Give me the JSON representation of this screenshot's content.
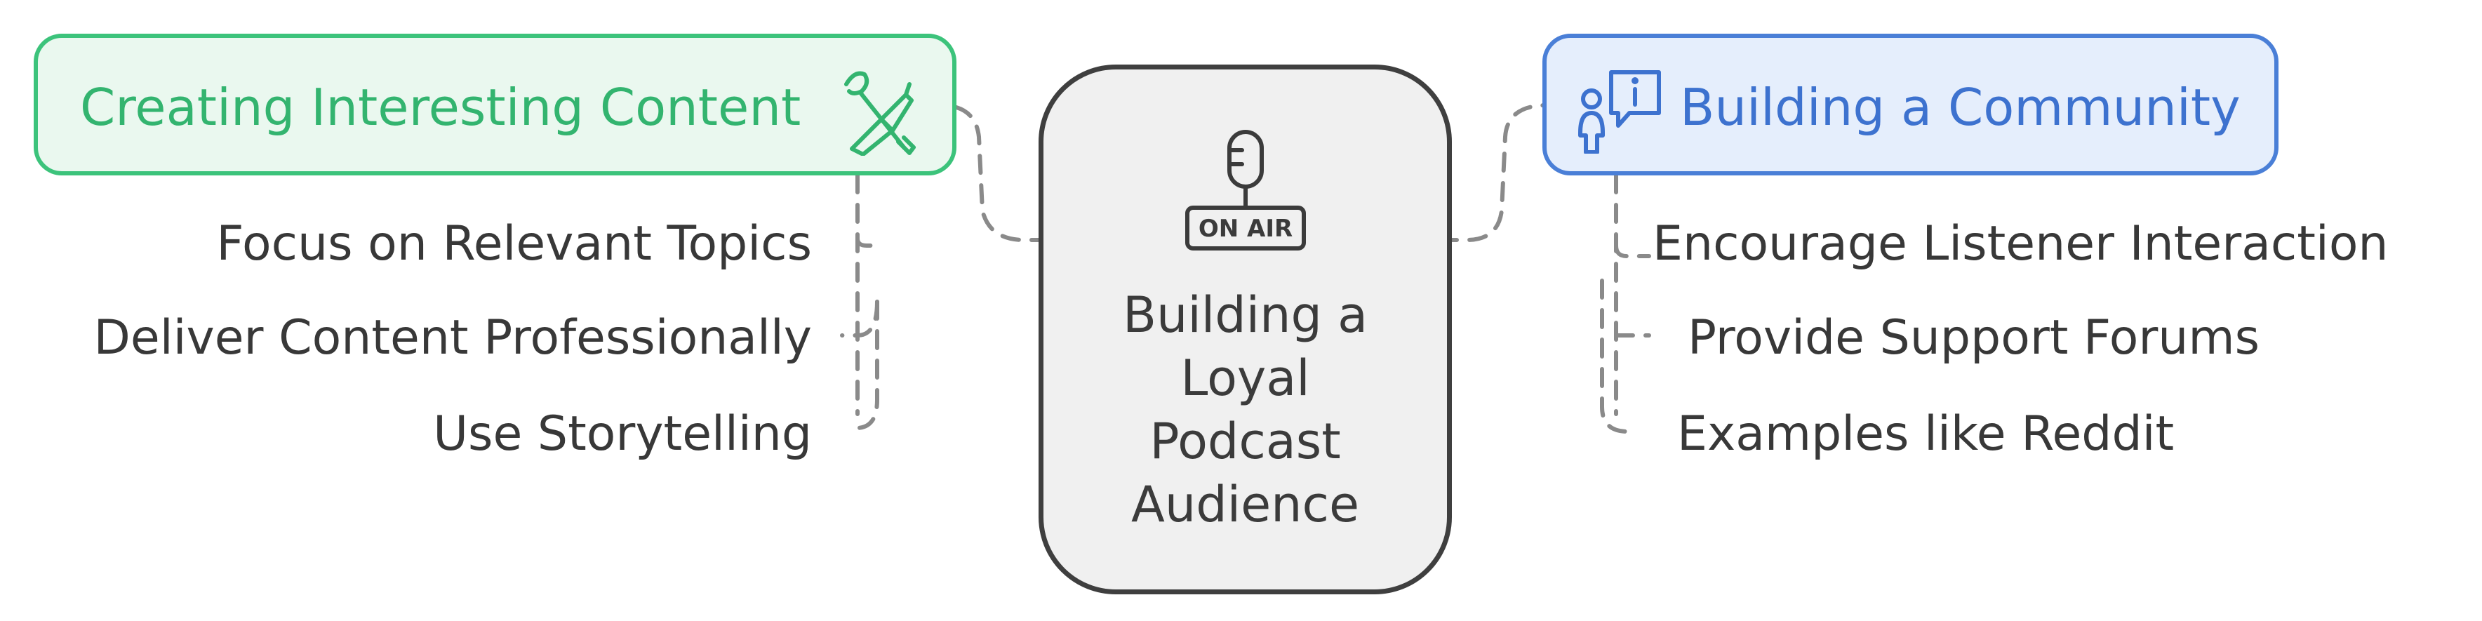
{
  "center": {
    "title_lines": [
      "Building a",
      "Loyal",
      "Podcast",
      "Audience"
    ],
    "icon": "on-air-microphone-icon",
    "icon_text": "ON AIR"
  },
  "left": {
    "title": "Creating Interesting Content",
    "icon": "pen-and-brush-icon",
    "accent": "#3cc37b",
    "fill": "#eaf8ef",
    "items": [
      "Focus on Relevant Topics",
      "Deliver Content Professionally",
      "Use Storytelling"
    ]
  },
  "right": {
    "title": "Building a Community",
    "icon": "person-info-bubble-icon",
    "accent": "#4a7fd7",
    "fill": "#e5eefc",
    "items": [
      "Encourage Listener Interaction",
      "Provide Support Forums",
      "Examples like Reddit"
    ]
  },
  "colors": {
    "connector": "#8a8a8a",
    "center_border": "#3f3f3f",
    "center_fill": "#f0f0f0",
    "text": "#383838"
  }
}
